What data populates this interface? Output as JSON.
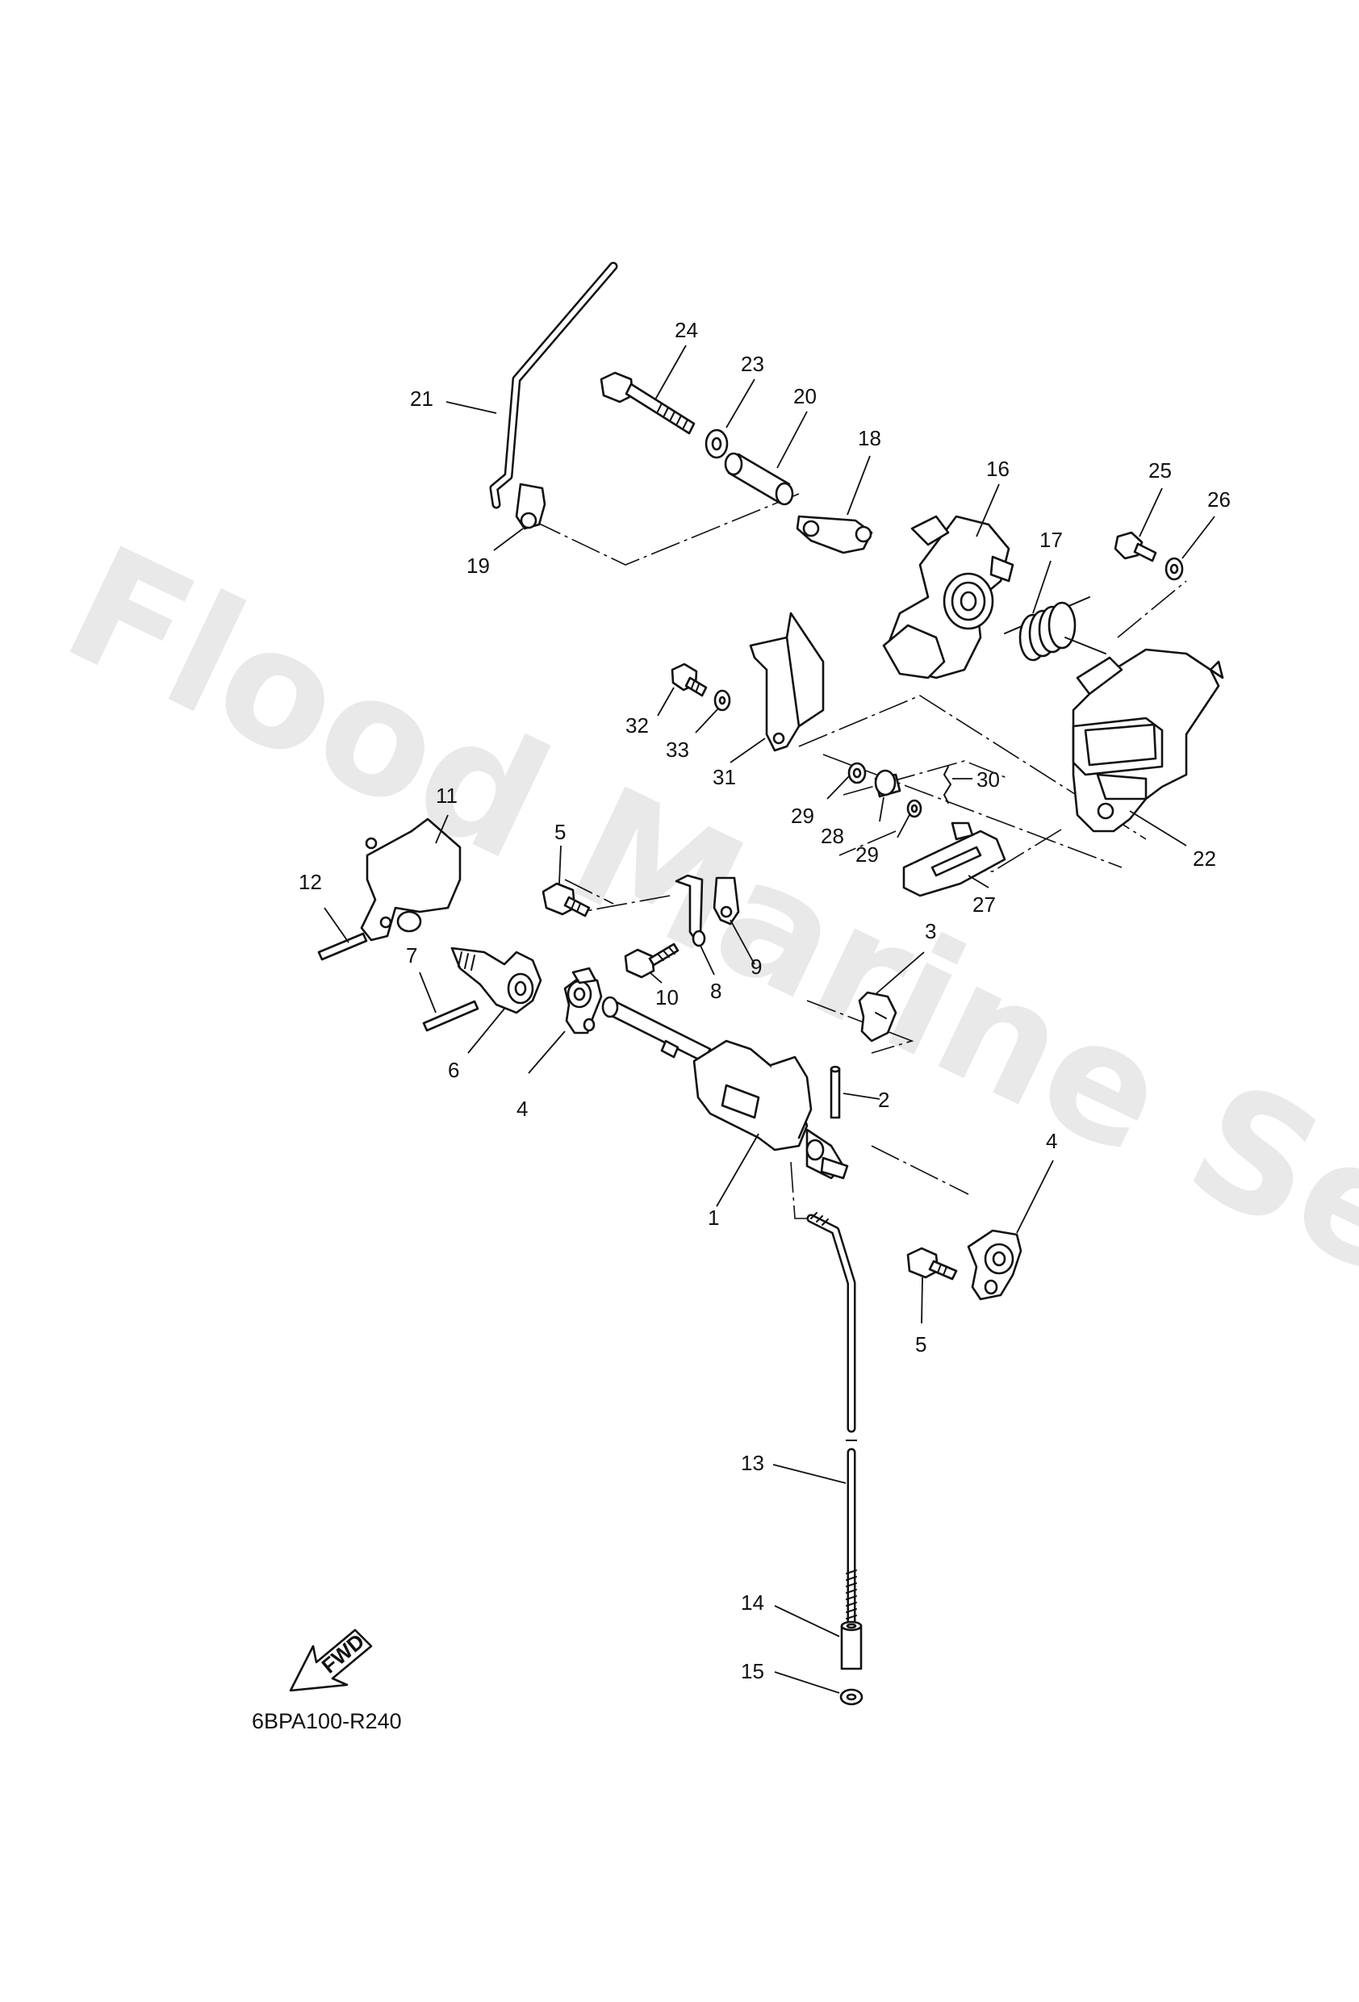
{
  "diagram": {
    "watermark": "Flood Marine Services",
    "direction_arrow_label": "FWD",
    "drawing_code": "6BPA100-R240",
    "callouts": [
      {
        "id": "c1",
        "label": "1"
      },
      {
        "id": "c2",
        "label": "2"
      },
      {
        "id": "c3",
        "label": "3"
      },
      {
        "id": "c4a",
        "label": "4"
      },
      {
        "id": "c4b",
        "label": "4"
      },
      {
        "id": "c5a",
        "label": "5"
      },
      {
        "id": "c5b",
        "label": "5"
      },
      {
        "id": "c6",
        "label": "6"
      },
      {
        "id": "c7",
        "label": "7"
      },
      {
        "id": "c8",
        "label": "8"
      },
      {
        "id": "c9",
        "label": "9"
      },
      {
        "id": "c10",
        "label": "10"
      },
      {
        "id": "c11",
        "label": "11"
      },
      {
        "id": "c12",
        "label": "12"
      },
      {
        "id": "c13",
        "label": "13"
      },
      {
        "id": "c14",
        "label": "14"
      },
      {
        "id": "c15",
        "label": "15"
      },
      {
        "id": "c16",
        "label": "16"
      },
      {
        "id": "c17",
        "label": "17"
      },
      {
        "id": "c18",
        "label": "18"
      },
      {
        "id": "c19",
        "label": "19"
      },
      {
        "id": "c20",
        "label": "20"
      },
      {
        "id": "c21",
        "label": "21"
      },
      {
        "id": "c22",
        "label": "22"
      },
      {
        "id": "c23",
        "label": "23"
      },
      {
        "id": "c24",
        "label": "24"
      },
      {
        "id": "c25",
        "label": "25"
      },
      {
        "id": "c26",
        "label": "26"
      },
      {
        "id": "c27",
        "label": "27"
      },
      {
        "id": "c28",
        "label": "28"
      },
      {
        "id": "c29a",
        "label": "29"
      },
      {
        "id": "c29b",
        "label": "29"
      },
      {
        "id": "c30",
        "label": "30"
      },
      {
        "id": "c31",
        "label": "31"
      },
      {
        "id": "c32",
        "label": "32"
      },
      {
        "id": "c33",
        "label": "33"
      }
    ]
  }
}
